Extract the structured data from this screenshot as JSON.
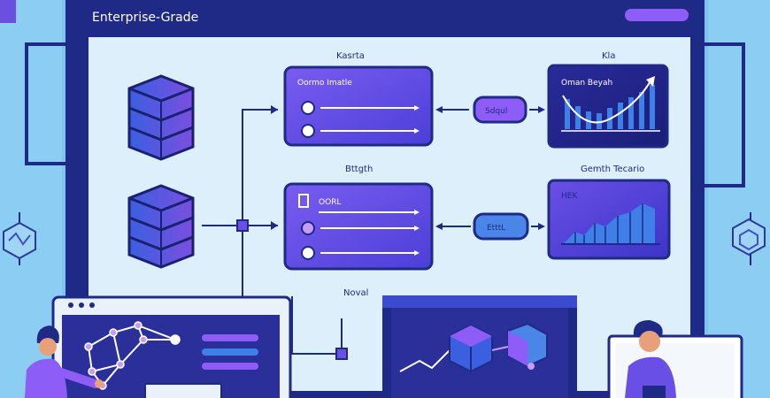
{
  "window": {
    "title": "Enterprise-Grade"
  },
  "labels": {
    "top_center": "Kasrta",
    "top_right": "Kla",
    "mid_center": "Bttgth",
    "mid_right": "Gemth Tecario",
    "bottom_center": "Noval"
  },
  "panels": {
    "top_left_header": "Oormo Imatle",
    "mid_left_header": "OORL",
    "top_connector": "Sdqul",
    "mid_connector": "EtttL",
    "top_chart_title": "Oman Beyah",
    "mid_chart_title": "HEK"
  },
  "colors": {
    "background": "#7fc4ef",
    "frame": "#1f2a86",
    "panel": "#6a4fe6",
    "accent": "#8e5cf6"
  }
}
